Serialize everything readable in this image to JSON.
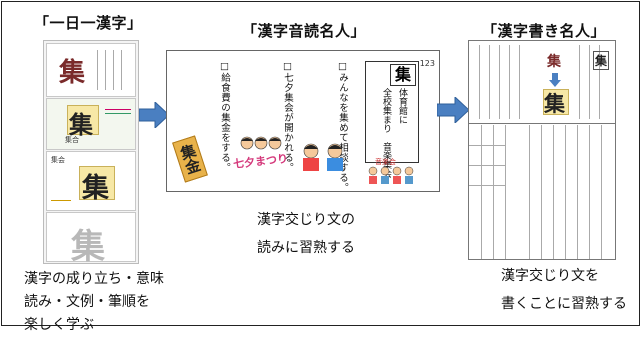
{
  "columns": {
    "left": {
      "title": "「一日一漢字」",
      "caption_lines": [
        "漢字の成り立ち・意味",
        "読み・文例・筆順を",
        "楽しく学ぶ"
      ],
      "kanji": "集",
      "mini_labels": [
        "集合",
        "集会"
      ]
    },
    "center": {
      "title": "「漢字音読名人」",
      "caption_lines": [
        "漢字交じり文の",
        "読みに習熟する"
      ],
      "page_number": "123",
      "header_kanji": "集",
      "sentences": [
        "□みんなを集めて相談する。",
        "□七夕集会が開かれる。",
        "□給食費の集金をする。"
      ],
      "side_block": [
        "体育館に",
        "全校集まり　音楽集会"
      ],
      "badge": "集金",
      "festival_label": "七夕まつり",
      "concert_label": "音楽会"
    },
    "right": {
      "title": "「漢字書き名人」",
      "caption_lines": [
        "漢字交じり文を",
        "書くことに習熟する"
      ],
      "kanji": "集"
    }
  },
  "colors": {
    "arrow": "#4a7fc1",
    "arrow_edge": "#2f5f9a",
    "kanji_box": "#f7e8a6",
    "badge": "#e8b24a"
  },
  "icons": [
    "right-arrow-icon",
    "down-arrow-icon"
  ]
}
